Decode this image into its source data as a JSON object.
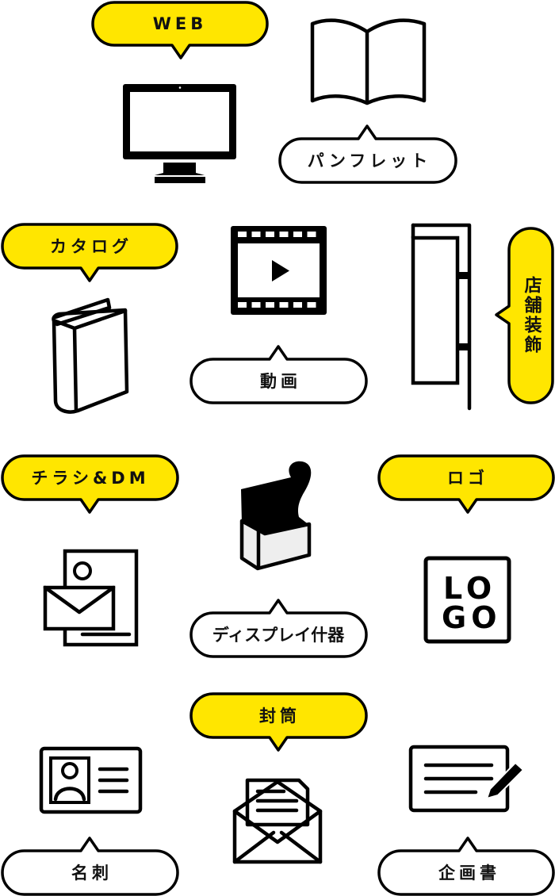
{
  "colors": {
    "accent": "#FFE600",
    "stroke": "#000000",
    "fill_white": "#FFFFFF"
  },
  "items": [
    {
      "label": "WEB",
      "icon": "monitor-icon",
      "bubble": "yellow"
    },
    {
      "label": "パンフレット",
      "icon": "open-book-icon",
      "bubble": "white"
    },
    {
      "label": "カタログ",
      "icon": "book-icon",
      "bubble": "yellow"
    },
    {
      "label": "動画",
      "icon": "film-play-icon",
      "bubble": "white"
    },
    {
      "label": "店舗装飾",
      "icon": "signboard-icon",
      "bubble": "yellow"
    },
    {
      "label": "チラシ&DM",
      "icon": "flyer-mail-icon",
      "bubble": "yellow"
    },
    {
      "label": "ディスプレイ什器",
      "icon": "display-stand-icon",
      "bubble": "white"
    },
    {
      "label": "ロゴ",
      "icon": "logo-icon",
      "bubble": "yellow"
    },
    {
      "label": "封筒",
      "icon": "envelope-icon",
      "bubble": "yellow"
    },
    {
      "label": "名刺",
      "icon": "business-card-icon",
      "bubble": "white"
    },
    {
      "label": "企画書",
      "icon": "proposal-icon",
      "bubble": "white"
    }
  ],
  "logo_text": {
    "line1": "LO",
    "line2": "GO"
  }
}
